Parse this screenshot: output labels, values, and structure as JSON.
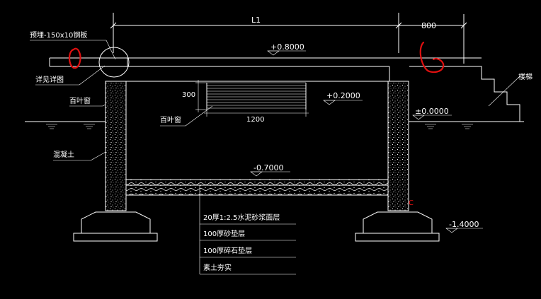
{
  "colors": {
    "background": "#000000",
    "lines": "#ffffff",
    "markup": "#e01010"
  },
  "dimensions": {
    "span": "L1",
    "right_offset": "800",
    "louver_height": "300",
    "louver_width": "1200"
  },
  "elevations": {
    "top": "+0.8000",
    "louver": "+0.2000",
    "ground": "±0.0000",
    "floor": "-0.7000",
    "footing": "-1.4000"
  },
  "labels": {
    "embedded_plate": "预埋-150x10钢板",
    "see_detail": "详见详图",
    "louver_left": "百叶窗",
    "louver_mid": "百叶窗",
    "concrete": "混凝土",
    "stairs": "楼梯",
    "red_mark": "C"
  },
  "layers": [
    "20厚1:2.5水泥砂浆面层",
    "100厚砂垫层",
    "100厚碎石垫层",
    "素土夯实"
  ]
}
